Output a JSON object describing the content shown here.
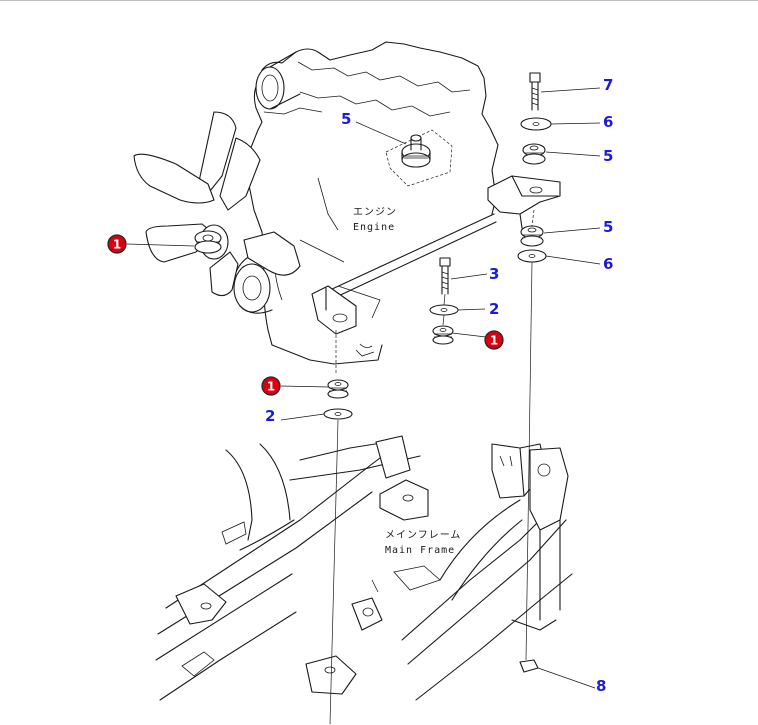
{
  "engine_label": {
    "jp": "エンジン",
    "en": "Engine"
  },
  "frame_label": {
    "jp": "メインフレーム",
    "en": "Main Frame"
  },
  "callouts": [
    {
      "text": "1",
      "kind": "badge",
      "color": "#d9000f"
    },
    {
      "text": "1",
      "kind": "badge",
      "color": "#d9000f"
    },
    {
      "text": "1",
      "kind": "badge",
      "color": "#d9000f"
    },
    {
      "text": "2",
      "kind": "number",
      "color": "#1c1cd4"
    },
    {
      "text": "2",
      "kind": "number",
      "color": "#1c1cd4"
    },
    {
      "text": "3",
      "kind": "number",
      "color": "#1c1cd4"
    },
    {
      "text": "5",
      "kind": "number",
      "color": "#1c1cd4"
    },
    {
      "text": "5",
      "kind": "number",
      "color": "#1c1cd4"
    },
    {
      "text": "5",
      "kind": "number",
      "color": "#1c1cd4"
    },
    {
      "text": "6",
      "kind": "number",
      "color": "#1c1cd4"
    },
    {
      "text": "6",
      "kind": "number",
      "color": "#1c1cd4"
    },
    {
      "text": "7",
      "kind": "number",
      "color": "#1c1cd4"
    },
    {
      "text": "8",
      "kind": "number",
      "color": "#1c1cd4"
    }
  ]
}
